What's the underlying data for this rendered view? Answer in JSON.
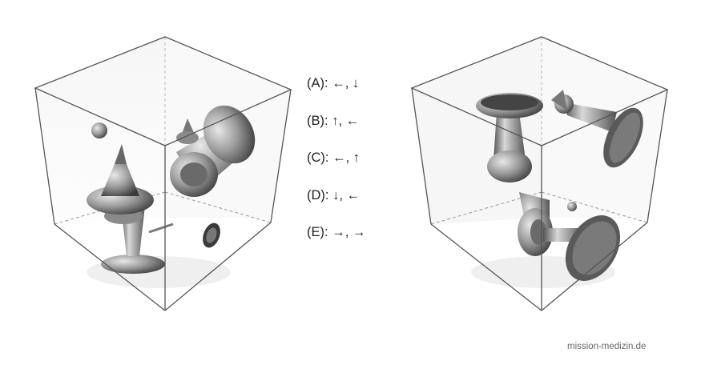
{
  "options": [
    {
      "letter": "(A):",
      "answer": "←, ↓"
    },
    {
      "letter": "(B):",
      "answer": "↑, ←"
    },
    {
      "letter": "(C):",
      "answer": "←, ↑"
    },
    {
      "letter": "(D):",
      "answer": "↓, ←"
    },
    {
      "letter": "(E):",
      "answer": "→, →"
    }
  ],
  "credit": "mission-medizin.de"
}
